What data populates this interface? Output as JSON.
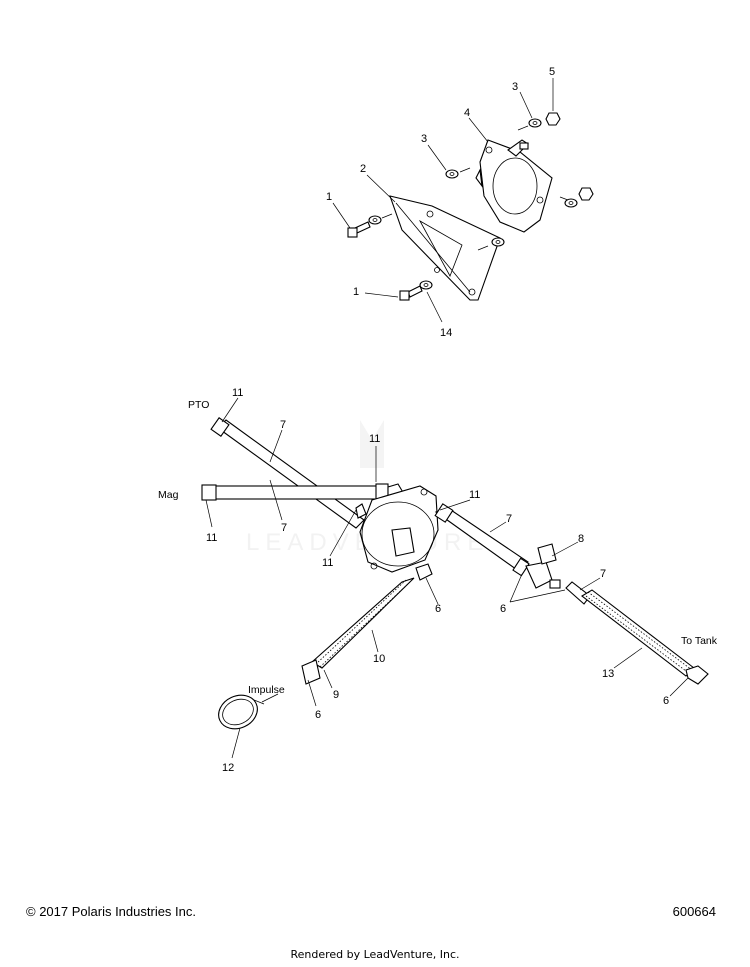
{
  "watermark": "LEADVENTURE",
  "labels": {
    "pto": "PTO",
    "mag": "Mag",
    "impulse": "Impulse",
    "to_tank": "To Tank"
  },
  "callouts": {
    "c1a": "1",
    "c1b": "1",
    "c2": "2",
    "c3a": "3",
    "c3b": "3",
    "c4": "4",
    "c5": "5",
    "c14": "14",
    "c11a": "11",
    "c11b": "11",
    "c11c": "11",
    "c11d": "11",
    "c11e": "11",
    "c7a": "7",
    "c7b": "7",
    "c7c": "7",
    "c7d": "7",
    "c8": "8",
    "c6a": "6",
    "c6b": "6",
    "c6c": "6",
    "c6d": "6",
    "c10": "10",
    "c9": "9",
    "c12": "12",
    "c13": "13"
  },
  "footer": {
    "copyright": "© 2017 Polaris Industries Inc.",
    "figure_number": "600664",
    "rendered_by": "Rendered by LeadVenture, Inc."
  }
}
